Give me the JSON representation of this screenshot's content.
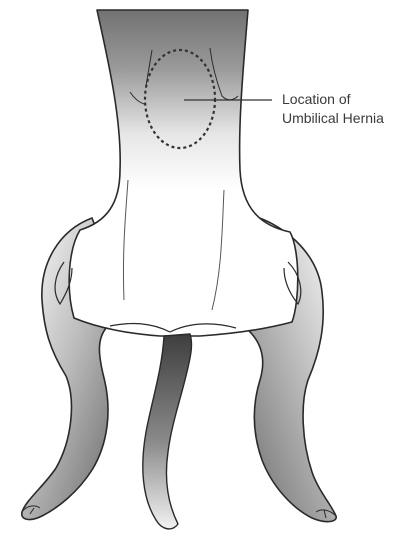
{
  "annotation": {
    "line1": "Location of",
    "line2": "Umbilical Hernia"
  },
  "colors": {
    "body_dark": "#6a6a6a",
    "body_light": "#ffffff",
    "outline": "#2a2a2a",
    "hernia_marker": "#333333"
  },
  "subject": "dog-abdomen-ventral-view"
}
